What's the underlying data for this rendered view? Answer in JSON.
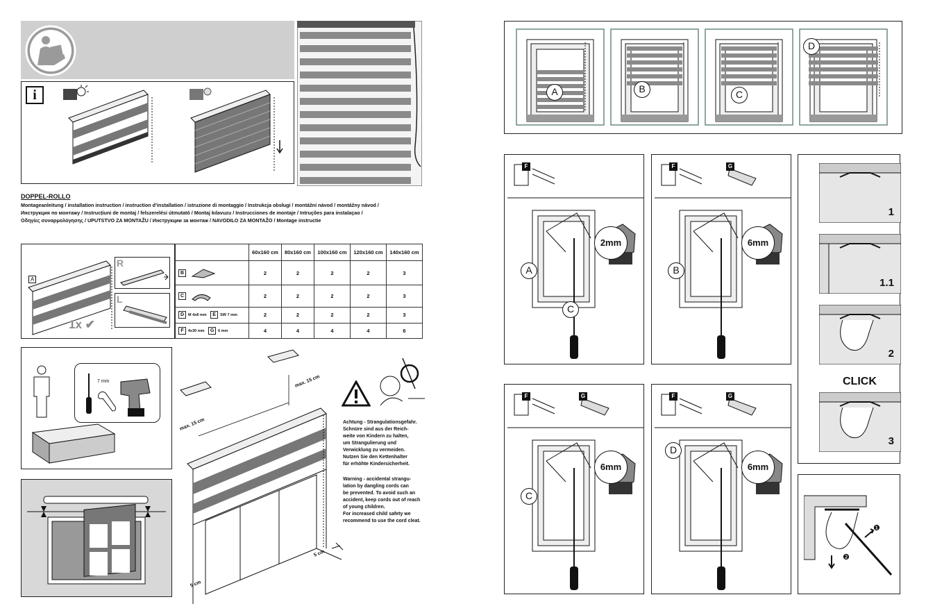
{
  "left_page": {
    "title": "DOPPEL-ROLLO",
    "subtitle_lines": [
      "Montageanleitung / installation instruction / instruction d’installation / istruzione di montaggio / Instrukcja obsługi / montážní návod / montážny návod /",
      "Инструкция по  монтажу / Instrucțiuni de montaj / felszerelési útmutató / Montaj kılavuzu / Instrucciones de montaje / Intruções para instalaçao /",
      "Οδηγίες συναρμολόγησης / UPUTSTVO  ZA MONTAŽU / Инструкции за монтаж / NAVODILO ZA MONTAŽO / Montage instructie"
    ],
    "info_label": "i",
    "parts_box": {
      "label_a": "A",
      "label_r": "R",
      "label_l": "L",
      "qty": "1x ✔"
    },
    "table": {
      "columns": [
        "60x160 cm",
        "80x160 cm",
        "100x160 cm",
        "120x160 cm",
        "140x160 cm"
      ],
      "rows": [
        {
          "key": "B",
          "key2": "",
          "spec": "",
          "spec2": "",
          "values": [
            "2",
            "2",
            "2",
            "2",
            "3"
          ]
        },
        {
          "key": "C",
          "key2": "",
          "spec": "",
          "spec2": "",
          "values": [
            "2",
            "2",
            "2",
            "2",
            "3"
          ]
        },
        {
          "key": "D",
          "key2": "E",
          "spec": "M 4x8 mm",
          "spec2": "SW 7 mm",
          "values": [
            "2",
            "2",
            "2",
            "2",
            "3"
          ]
        },
        {
          "key": "F",
          "key2": "G",
          "spec": "4x30 mm",
          "spec2": "6 mm",
          "values": [
            "4",
            "4",
            "4",
            "4",
            "6"
          ]
        }
      ]
    },
    "tools_label": "7 mm",
    "measurements": {
      "max15_a": "max. 15 cm",
      "max15_b": "max. 15 cm",
      "five_a": "5 cm",
      "five_b": "5 cm"
    },
    "warning_de": [
      "Achtung - Strangulationsgefahr.",
      "Schnüre sind aus der Reich-",
      "weite von Kindern zu halten,",
      "um Strangulierung und",
      "Verwicklung zu vermeiden.",
      "Nutzen Sie den Kettenhalter",
      "für erhöhte Kindersicherheit."
    ],
    "warning_en": [
      "Warning - accidental strangu-",
      "lation by dangling cords can",
      "be prevented. To avoid such an",
      "accident, keep cords out of reach",
      "of young children.",
      "For increased child safety we",
      "recommend to use the cord cleat."
    ]
  },
  "right_page": {
    "window_labels": [
      "A",
      "B",
      "C",
      "D"
    ],
    "panels": [
      {
        "key1": "F",
        "key2": "",
        "bit": "2mm",
        "label": "A",
        "label2": "C"
      },
      {
        "key1": "F",
        "key2": "G",
        "bit": "6mm",
        "label": "B",
        "label2": ""
      },
      {
        "key1": "F",
        "key2": "G",
        "bit": "6mm",
        "label": "C",
        "label2": ""
      },
      {
        "key1": "F",
        "key2": "G",
        "bit": "6mm",
        "label": "D",
        "label2": ""
      }
    ],
    "steps": [
      "1",
      "1.1",
      "2",
      "3"
    ],
    "click": "CLICK",
    "remove_steps": [
      "❶",
      "❷"
    ]
  },
  "colors": {
    "gray_band": "#cfcfcf",
    "window_frame": "#6a8a7a",
    "slat_gray": "#8a8a8a"
  }
}
